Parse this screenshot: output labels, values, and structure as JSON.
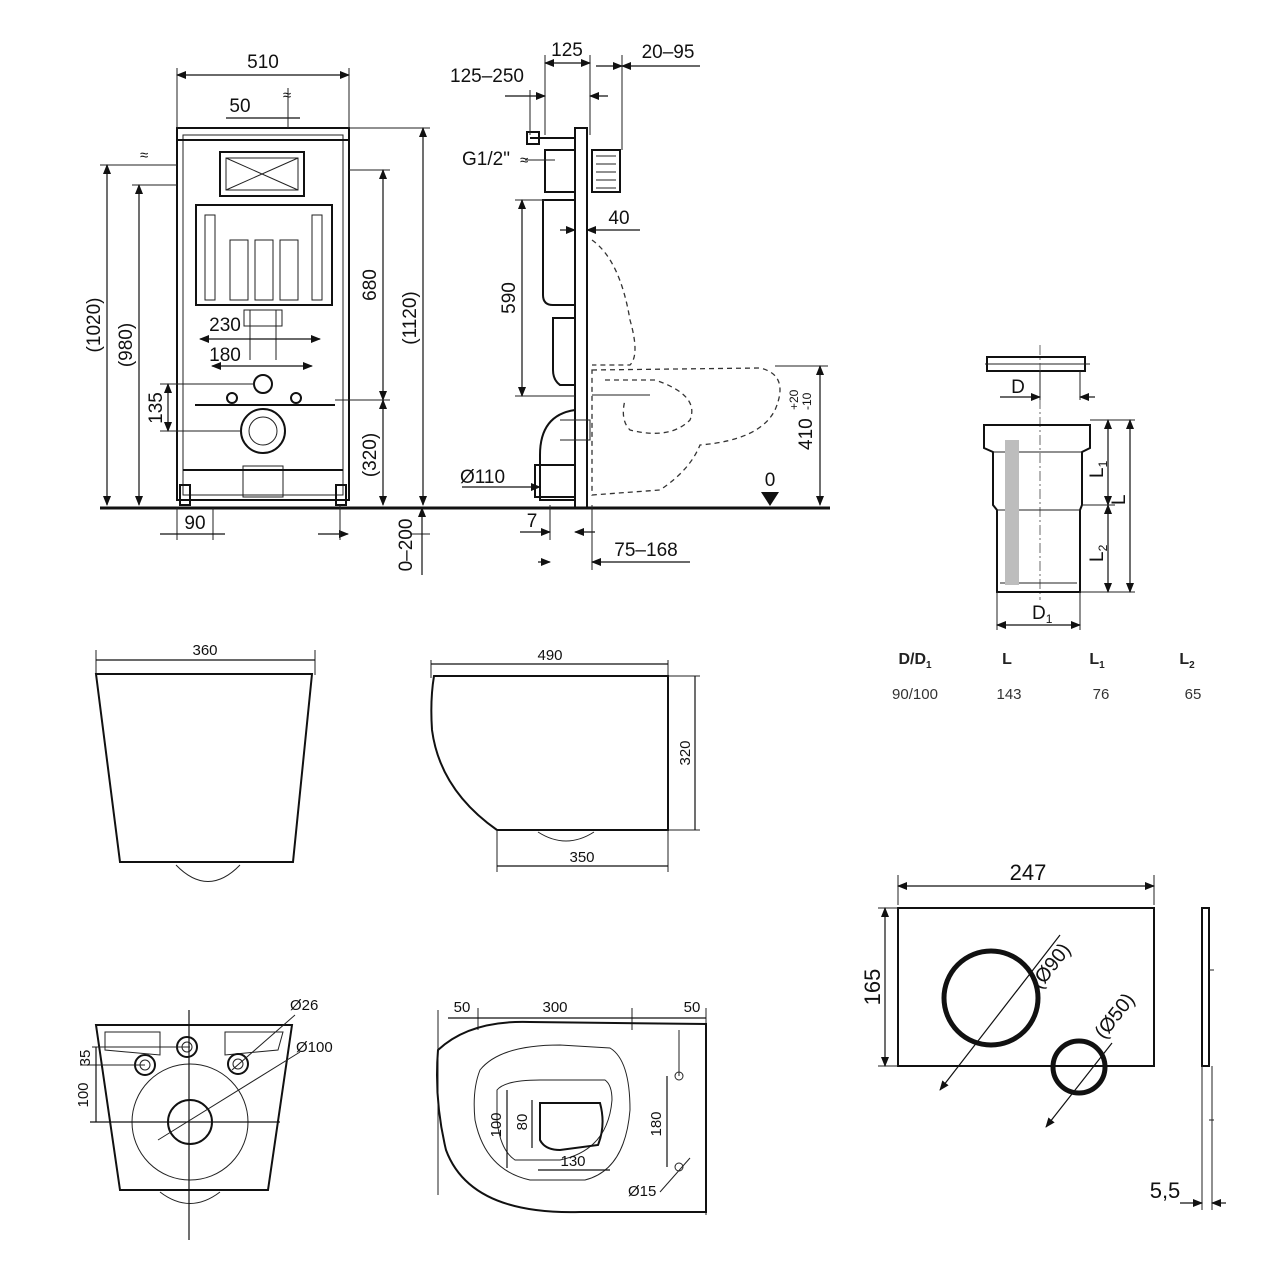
{
  "frame_front": {
    "width": "510",
    "offset_top": "50",
    "inner_230": "230",
    "inner_180": "180",
    "h_1020": "(1020)",
    "h_980": "(980)",
    "h_680": "680",
    "h_1120": "(1120)",
    "h_135": "135",
    "h_320": "(320)",
    "foot_90": "90",
    "adj_0_200": "0–200"
  },
  "frame_side": {
    "d_125": "125",
    "d_125_250": "125–250",
    "d_20_95": "20–95",
    "inlet": "G1/2\"",
    "d_40": "40",
    "h_590": "590",
    "pipe": "Ø110",
    "d_7": "7",
    "d_75_168": "75–168",
    "seat_height": "410",
    "seat_tol_plus": "+20",
    "seat_tol_minus": "-10",
    "zero": "0"
  },
  "pipe_detail": {
    "label_D": "D",
    "label_L1": "L",
    "label_L1_sub": "1",
    "label_L": "L",
    "label_L2": "L",
    "label_L2_sub": "2",
    "label_D1": "D",
    "label_D1_sub": "1",
    "table": {
      "headers": [
        {
          "main": "D/D",
          "sub": "1"
        },
        {
          "main": "L",
          "sub": ""
        },
        {
          "main": "L",
          "sub": "1"
        },
        {
          "main": "L",
          "sub": "2"
        }
      ],
      "row": [
        "90/100",
        "143",
        "76",
        "65"
      ]
    }
  },
  "bowl_front": {
    "width": "360"
  },
  "bowl_side": {
    "length": "490",
    "height": "320",
    "base": "350"
  },
  "bowl_back": {
    "d26": "Ø26",
    "d100": "Ø100",
    "h35": "35",
    "h100": "100"
  },
  "bowl_top": {
    "w50a": "50",
    "w300": "300",
    "w50b": "50",
    "h100": "100",
    "h80": "80",
    "h180": "180",
    "w130": "130",
    "d15": "Ø15"
  },
  "flush_plate": {
    "width": "247",
    "height": "165",
    "big_button": "(Ø90)",
    "small_button": "(Ø50)",
    "thickness": "5,5"
  }
}
